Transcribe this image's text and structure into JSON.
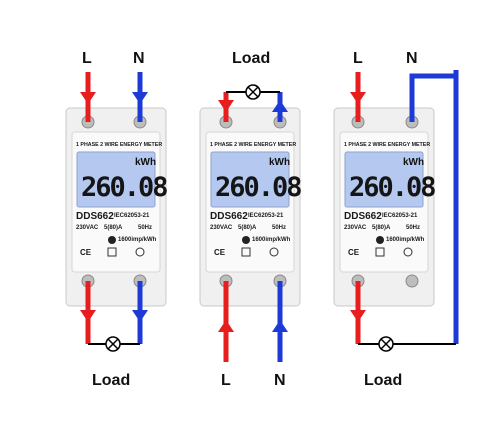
{
  "labels": {
    "m1_top_L": "L",
    "m1_top_N": "N",
    "m1_bottom_load": "Load",
    "m2_top_load": "Load",
    "m2_bottom_L": "L",
    "m2_bottom_N": "N",
    "m3_top_L": "L",
    "m3_top_N": "N",
    "m3_bottom_load": "Load"
  },
  "meter": {
    "title": "1 PHASE 2 WIRE ENERGY METER",
    "unit": "kWh",
    "reading": "260.08",
    "model": "DDS662",
    "standard": "IEC62053-21",
    "voltage": "230VAC",
    "current": "5(80)A",
    "frequency": "50Hz",
    "constant": "1600imp/kWh",
    "ce_mark": "CE"
  },
  "colors": {
    "live": "#e81e1e",
    "neutral": "#1e3ad6",
    "lcd": "#b4c8f0",
    "housing": "#f2f2f2",
    "wire": "#000000"
  }
}
